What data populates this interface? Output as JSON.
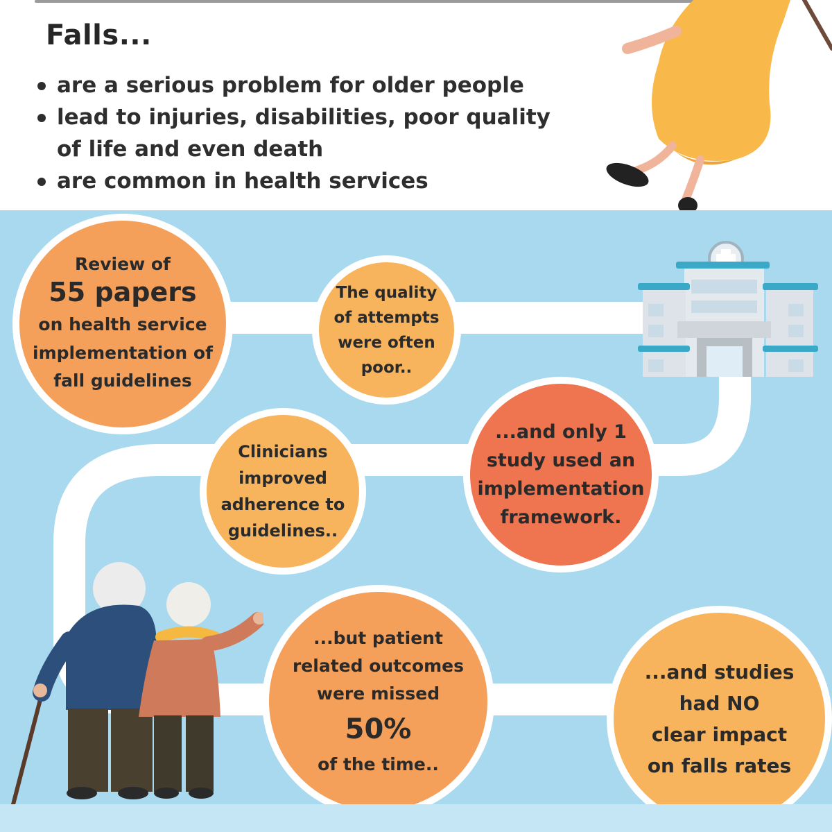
{
  "header": {
    "title": "Falls...",
    "bullets": [
      "are a serious problem for older people",
      "lead to injuries, disabilities, poor quality of life and even death",
      "are common in health services"
    ]
  },
  "circles": {
    "review": {
      "line1": "Review of",
      "big": "55 papers",
      "line2": "on health service",
      "line3": "implementation of",
      "line4": "fall guidelines"
    },
    "quality": {
      "line1": "The quality",
      "line2": "of attempts",
      "line3": "were often",
      "line4": "poor.."
    },
    "framework": {
      "line1": "...and only 1",
      "line2": "study used an",
      "line3": "implementation",
      "line4": "framework."
    },
    "clinicians": {
      "line1": "Clinicians",
      "line2": "improved",
      "line3": "adherence to",
      "line4": "guidelines.."
    },
    "outcomes": {
      "line1": "...but patient",
      "line2": "related outcomes",
      "line3": "were missed",
      "big": "50%",
      "line4": "of the time.."
    },
    "impact": {
      "line1": "...and studies",
      "line2": "had NO",
      "line3": "clear impact",
      "line4": "on falls rates"
    }
  },
  "colors": {
    "sky": "#a8d9ee",
    "orange": "#f5a05a",
    "light_orange": "#f8b45c",
    "red_orange": "#ef7450",
    "dress": "#f8b84a",
    "building_teal": "#3aa9c8"
  },
  "icons": [
    "falling-woman-illustration",
    "hospital-icon",
    "elderly-couple-illustration"
  ]
}
